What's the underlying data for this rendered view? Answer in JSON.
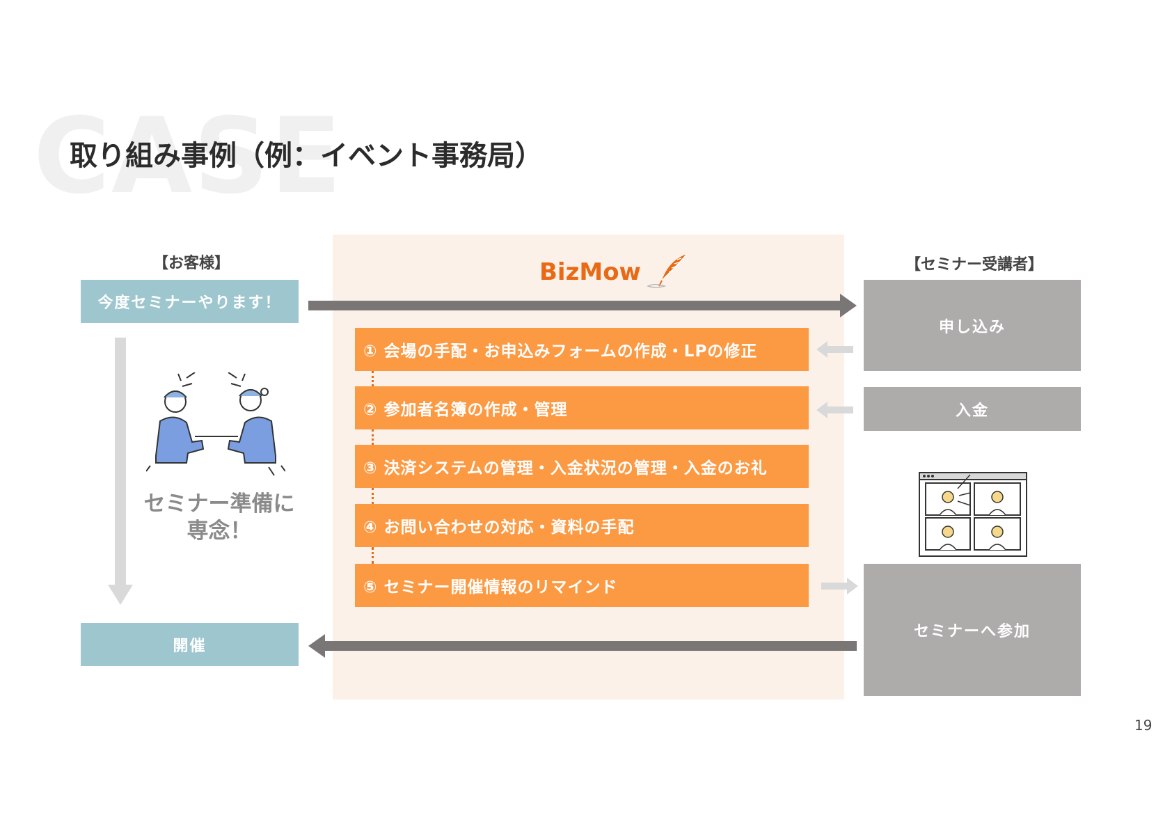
{
  "background_word": "CASE",
  "title": "取り組み事例（例：イベント事務局）",
  "customer": {
    "label": "【お客様】",
    "announce": "今度セミナーやります！",
    "focus_line1": "セミナー準備に",
    "focus_line2": "専念！",
    "held": "開催"
  },
  "bizmow": {
    "logo_text": "BizMow",
    "steps": [
      "① 会場の手配・お申込みフォームの作成・LPの修正",
      "② 参加者名簿の作成・管理",
      "③ 決済システムの管理・入金状況の管理・入金のお礼",
      "④ お問い合わせの対応・資料の手配",
      "⑤ セミナー開催情報のリマインド"
    ]
  },
  "attendees": {
    "label": "【セミナー受講者】",
    "apply": "申し込み",
    "payment": "入金",
    "attend": "セミナーへ参加"
  },
  "page_number": "19",
  "colors": {
    "orange_step": "#fc9a44",
    "logo_orange": "#e86a17",
    "blue_box": "#9ec6cf",
    "gray_box": "#aeabab",
    "panel_bg": "#fcf1e8",
    "arrow_dark": "#7a7676"
  },
  "icons": [
    "feather-pen-icon",
    "meeting-people-illustration",
    "video-call-illustration"
  ]
}
